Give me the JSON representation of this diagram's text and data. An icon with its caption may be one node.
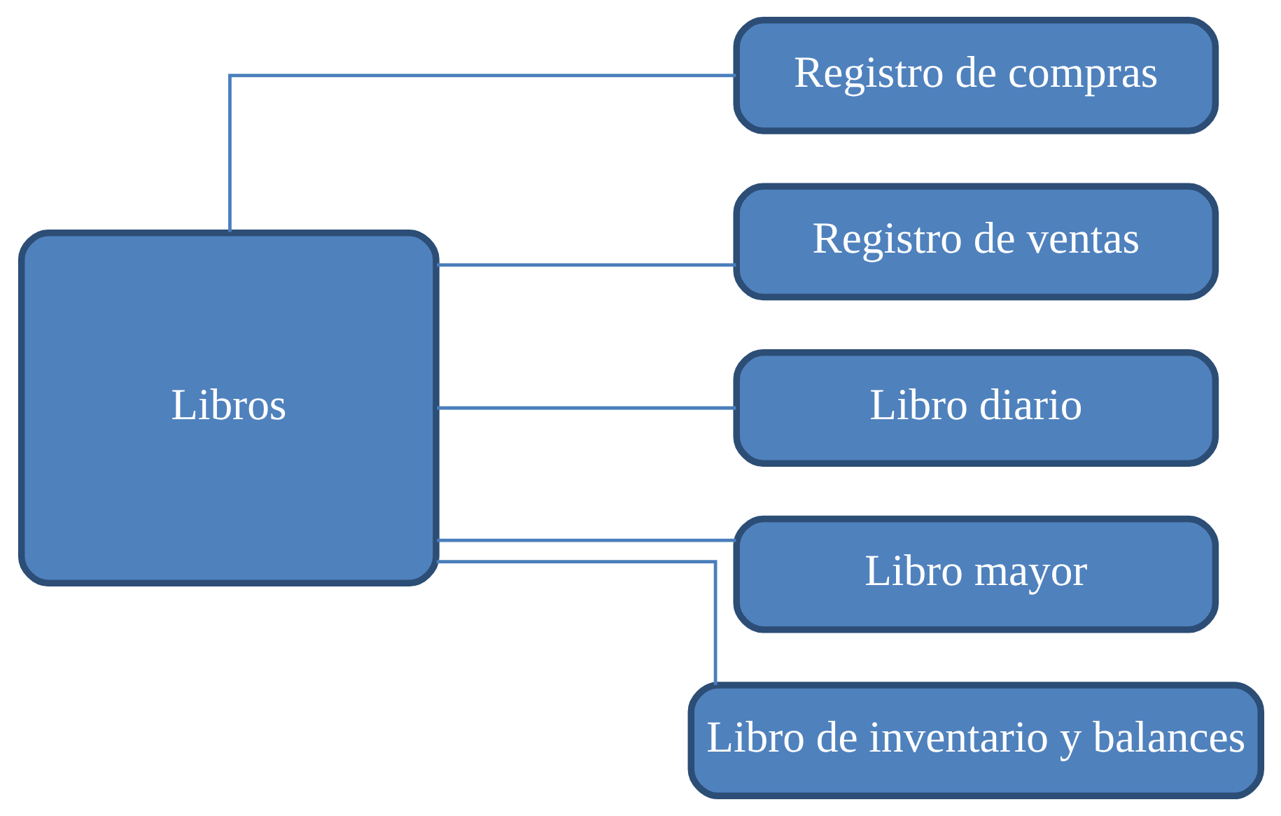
{
  "diagram": {
    "nodes": [
      {
        "text": [
          "Libros"
        ]
      },
      {
        "text": [
          "Registro de compras"
        ]
      },
      {
        "text": [
          "Registro de ventas"
        ]
      },
      {
        "text": [
          "Libro diario"
        ]
      },
      {
        "text": [
          "Libro mayor"
        ]
      },
      {
        "text": [
          "Libro de inventario y balances"
        ]
      }
    ],
    "edges": [
      {
        "from": 0,
        "to": 1,
        "arrow": "none"
      },
      {
        "from": 0,
        "to": 2,
        "arrow": "none"
      },
      {
        "from": 0,
        "to": 3,
        "arrow": "none"
      },
      {
        "from": 0,
        "to": 4,
        "arrow": "none"
      },
      {
        "from": 0,
        "to": 5,
        "arrow": "none"
      }
    ]
  }
}
